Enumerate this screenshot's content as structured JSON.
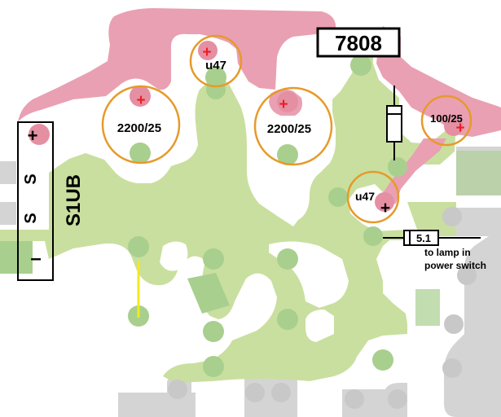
{
  "board": {
    "colors": {
      "ground_copper": "#c9df9f",
      "positive_copper": "#e9a0b3",
      "pad": "#a8cf8e",
      "positive_pad": "#e58fa3",
      "inactive": "#d4d4d4",
      "component_ring": "#e69a2a",
      "jumper": "#f2ea1e",
      "polarity_red": "#ee1c24",
      "outline": "#000000"
    },
    "connector": {
      "name": "S1UB",
      "pins": [
        "+",
        "S",
        "S",
        "–"
      ]
    },
    "regulator": {
      "label": "7808"
    },
    "capacitors": [
      {
        "label": "u47",
        "polarity": "+",
        "polarity_color": "red"
      },
      {
        "label": "2200/25",
        "polarity": "+",
        "polarity_color": "red"
      },
      {
        "label": "2200/25",
        "polarity": "+",
        "polarity_color": "red"
      },
      {
        "label": "100/25",
        "polarity": "+",
        "polarity_color": "red"
      },
      {
        "label": "u47",
        "polarity": "+",
        "polarity_color": "black"
      }
    ],
    "resistor": {
      "label": "5.1"
    },
    "note": {
      "line1": "to lamp in",
      "line2": "power switch"
    }
  }
}
